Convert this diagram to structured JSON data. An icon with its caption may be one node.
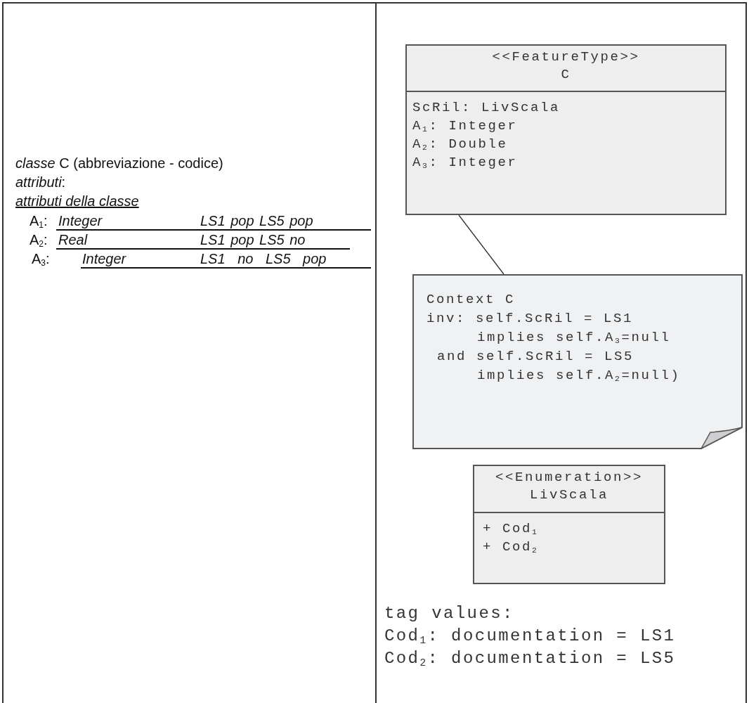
{
  "diagram": {
    "nodes": [
      {
        "text": [
          "<<FeatureType>> C",
          "ScRil: LivScala",
          "A$_{1}$: Integer",
          "A$_{2}$: Double",
          "A$_{3}$: Integer"
        ]
      },
      {
        "text": [
          "Context C",
          "inv: self.ScRil = LS1",
          "implies self.A$_{3}$=null",
          "and self.ScRil = LS5",
          "implies self.A$_{2}$=null)"
        ]
      },
      {
        "text": [
          "<<Enumeration>> LivScala",
          "+ Cod$_{1}$",
          "+ Cod$_{2}$"
        ]
      }
    ],
    "edges": [
      {
        "from": 0,
        "to": 1,
        "arrow": "none"
      }
    ],
    "labels": [
      "*classe* C (abbreviazione - codice)",
      "*attributi*:",
      "attributi della classe",
      "A$_{1}$:",
      "Integer",
      "LS1 pop LS5 pop",
      "A$_{2}$:",
      "Real",
      "LS1 pop LS5 no",
      "A$_{3}$:",
      "Integer",
      "LS1 no LS5 pop",
      "tag values:",
      "Cod$_{1}$: documentation = LS1",
      "Cod$_{2}$: documentation = LS5"
    ]
  }
}
